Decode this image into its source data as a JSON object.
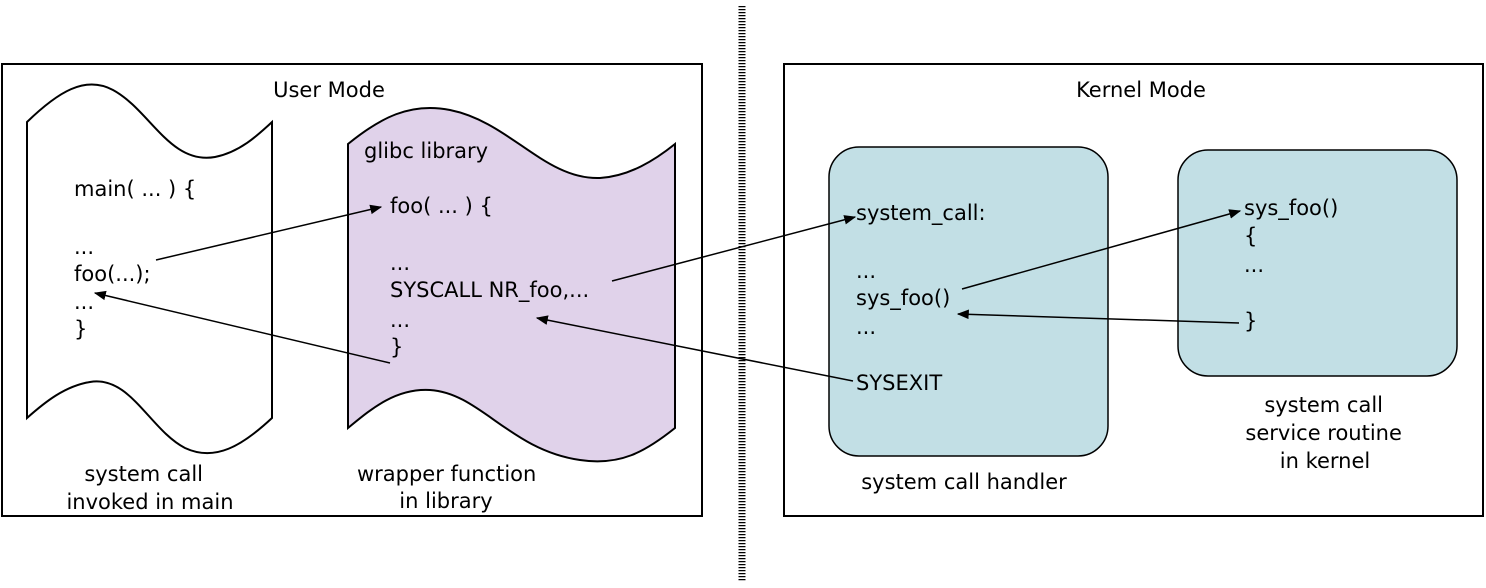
{
  "user_mode": {
    "title": "User Mode",
    "main_doc": {
      "lines": [
        "main( ... ) {",
        "",
        "...",
        "foo(...);",
        "...",
        "}"
      ],
      "caption": [
        "system call",
        "invoked in main"
      ]
    },
    "library_doc": {
      "title": "glibc library",
      "lines": [
        "foo( ... ) {",
        "",
        "...",
        "SYSCALL NR_foo,...",
        "...",
        "}"
      ],
      "caption": [
        "wrapper function",
        "in library"
      ],
      "fill_color": "#e0d2ea"
    }
  },
  "kernel_mode": {
    "title": "Kernel Mode",
    "handler": {
      "lines": [
        "system_call:",
        "",
        "...",
        "sys_foo()",
        "...",
        "",
        "SYSEXIT"
      ],
      "caption": [
        "system call handler"
      ],
      "fill_color": "#c2dfe5"
    },
    "service": {
      "lines": [
        "sys_foo()",
        "{",
        "...",
        "",
        "}"
      ],
      "caption": [
        "system call",
        "service routine",
        "in kernel"
      ],
      "fill_color": "#c2dfe5"
    }
  }
}
